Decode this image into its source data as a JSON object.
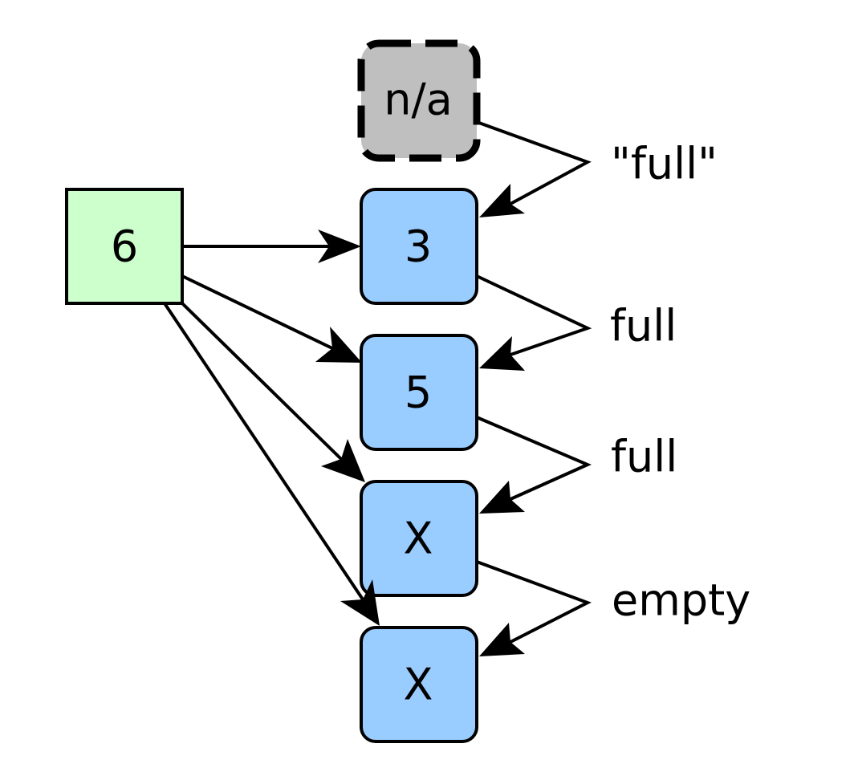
{
  "colors": {
    "source_fill": "#ccffcc",
    "slot_fill": "#99ccff",
    "placeholder_fill": "#bfbfbf",
    "stroke": "#000000"
  },
  "nodes": {
    "placeholder": {
      "label": "n/a"
    },
    "source": {
      "label": "6"
    },
    "slot_1": {
      "label": "3"
    },
    "slot_2": {
      "label": "5"
    },
    "slot_3": {
      "label": "X"
    },
    "slot_4": {
      "label": "X"
    }
  },
  "chain_labels": [
    "\"full\"",
    "full",
    "full",
    "empty"
  ]
}
